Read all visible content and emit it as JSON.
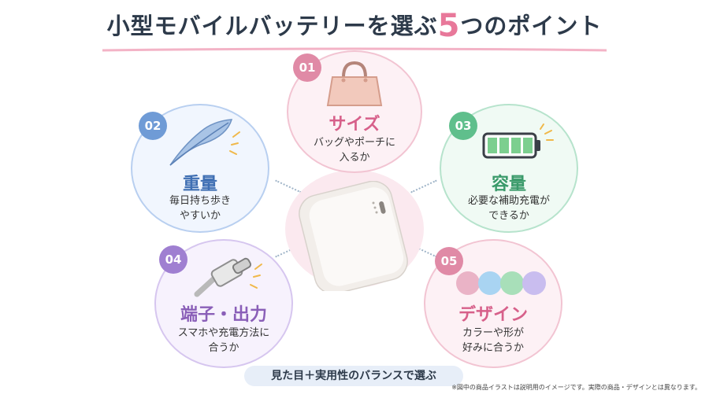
{
  "title": {
    "main": "小型モバイルバッテリーを選ぶ",
    "number": "5",
    "suffix": "つのポイント"
  },
  "points": [
    {
      "num": "01",
      "title": "サイズ",
      "desc1": "バッグやポーチに",
      "desc2": "入るか",
      "icon": "handbag-icon",
      "color": "#d7608a"
    },
    {
      "num": "02",
      "title": "重量",
      "desc1": "毎日持ち歩き",
      "desc2": "やすいか",
      "icon": "feather-icon",
      "color": "#3f6fb3"
    },
    {
      "num": "03",
      "title": "容量",
      "desc1": "必要な補助充電が",
      "desc2": "できるか",
      "icon": "battery-icon",
      "color": "#3a9a6a"
    },
    {
      "num": "04",
      "title": "端子・出力",
      "desc1": "スマホや充電方法に",
      "desc2": "合うか",
      "icon": "usb-c-cable-icon",
      "color": "#8a5fb8"
    },
    {
      "num": "05",
      "title": "デザイン",
      "desc1": "カラーや形が",
      "desc2": "好みに合うか",
      "icon": "color-swatches-icon",
      "color": "#d7608a"
    }
  ],
  "center_icon": "power-bank-icon",
  "banner": "見た目＋実用性のバランスで選ぶ",
  "note": "※図中の商品イラストは説明用のイメージです。実際の商品・デザインとは異なります。"
}
